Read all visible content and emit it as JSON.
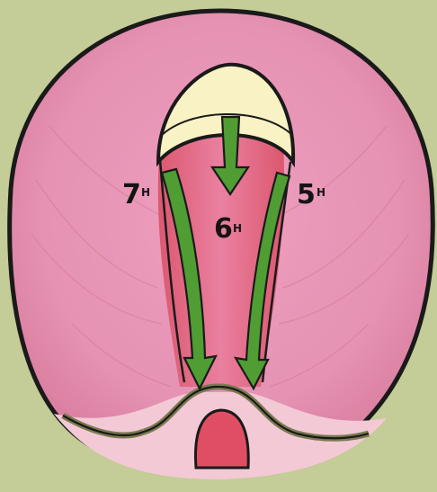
{
  "colors": {
    "background": "#c4cc97",
    "tissue_pink": "#e99ab8",
    "tissue_red": "#d9535f",
    "outline": "#1a1a1a",
    "cream": "#f8f2c4",
    "arrow_green": "#4f9d33",
    "band_olive": "#7a7a50"
  },
  "labels": {
    "seven_num": "7",
    "seven_sub": "H",
    "six_num": "6",
    "six_sub": "H",
    "five_num": "5",
    "five_sub": "H"
  },
  "icons": {
    "center_arrow": "arrow-down-icon",
    "left_arrow": "curved-arrow-down-icon",
    "right_arrow": "curved-arrow-down-icon"
  }
}
